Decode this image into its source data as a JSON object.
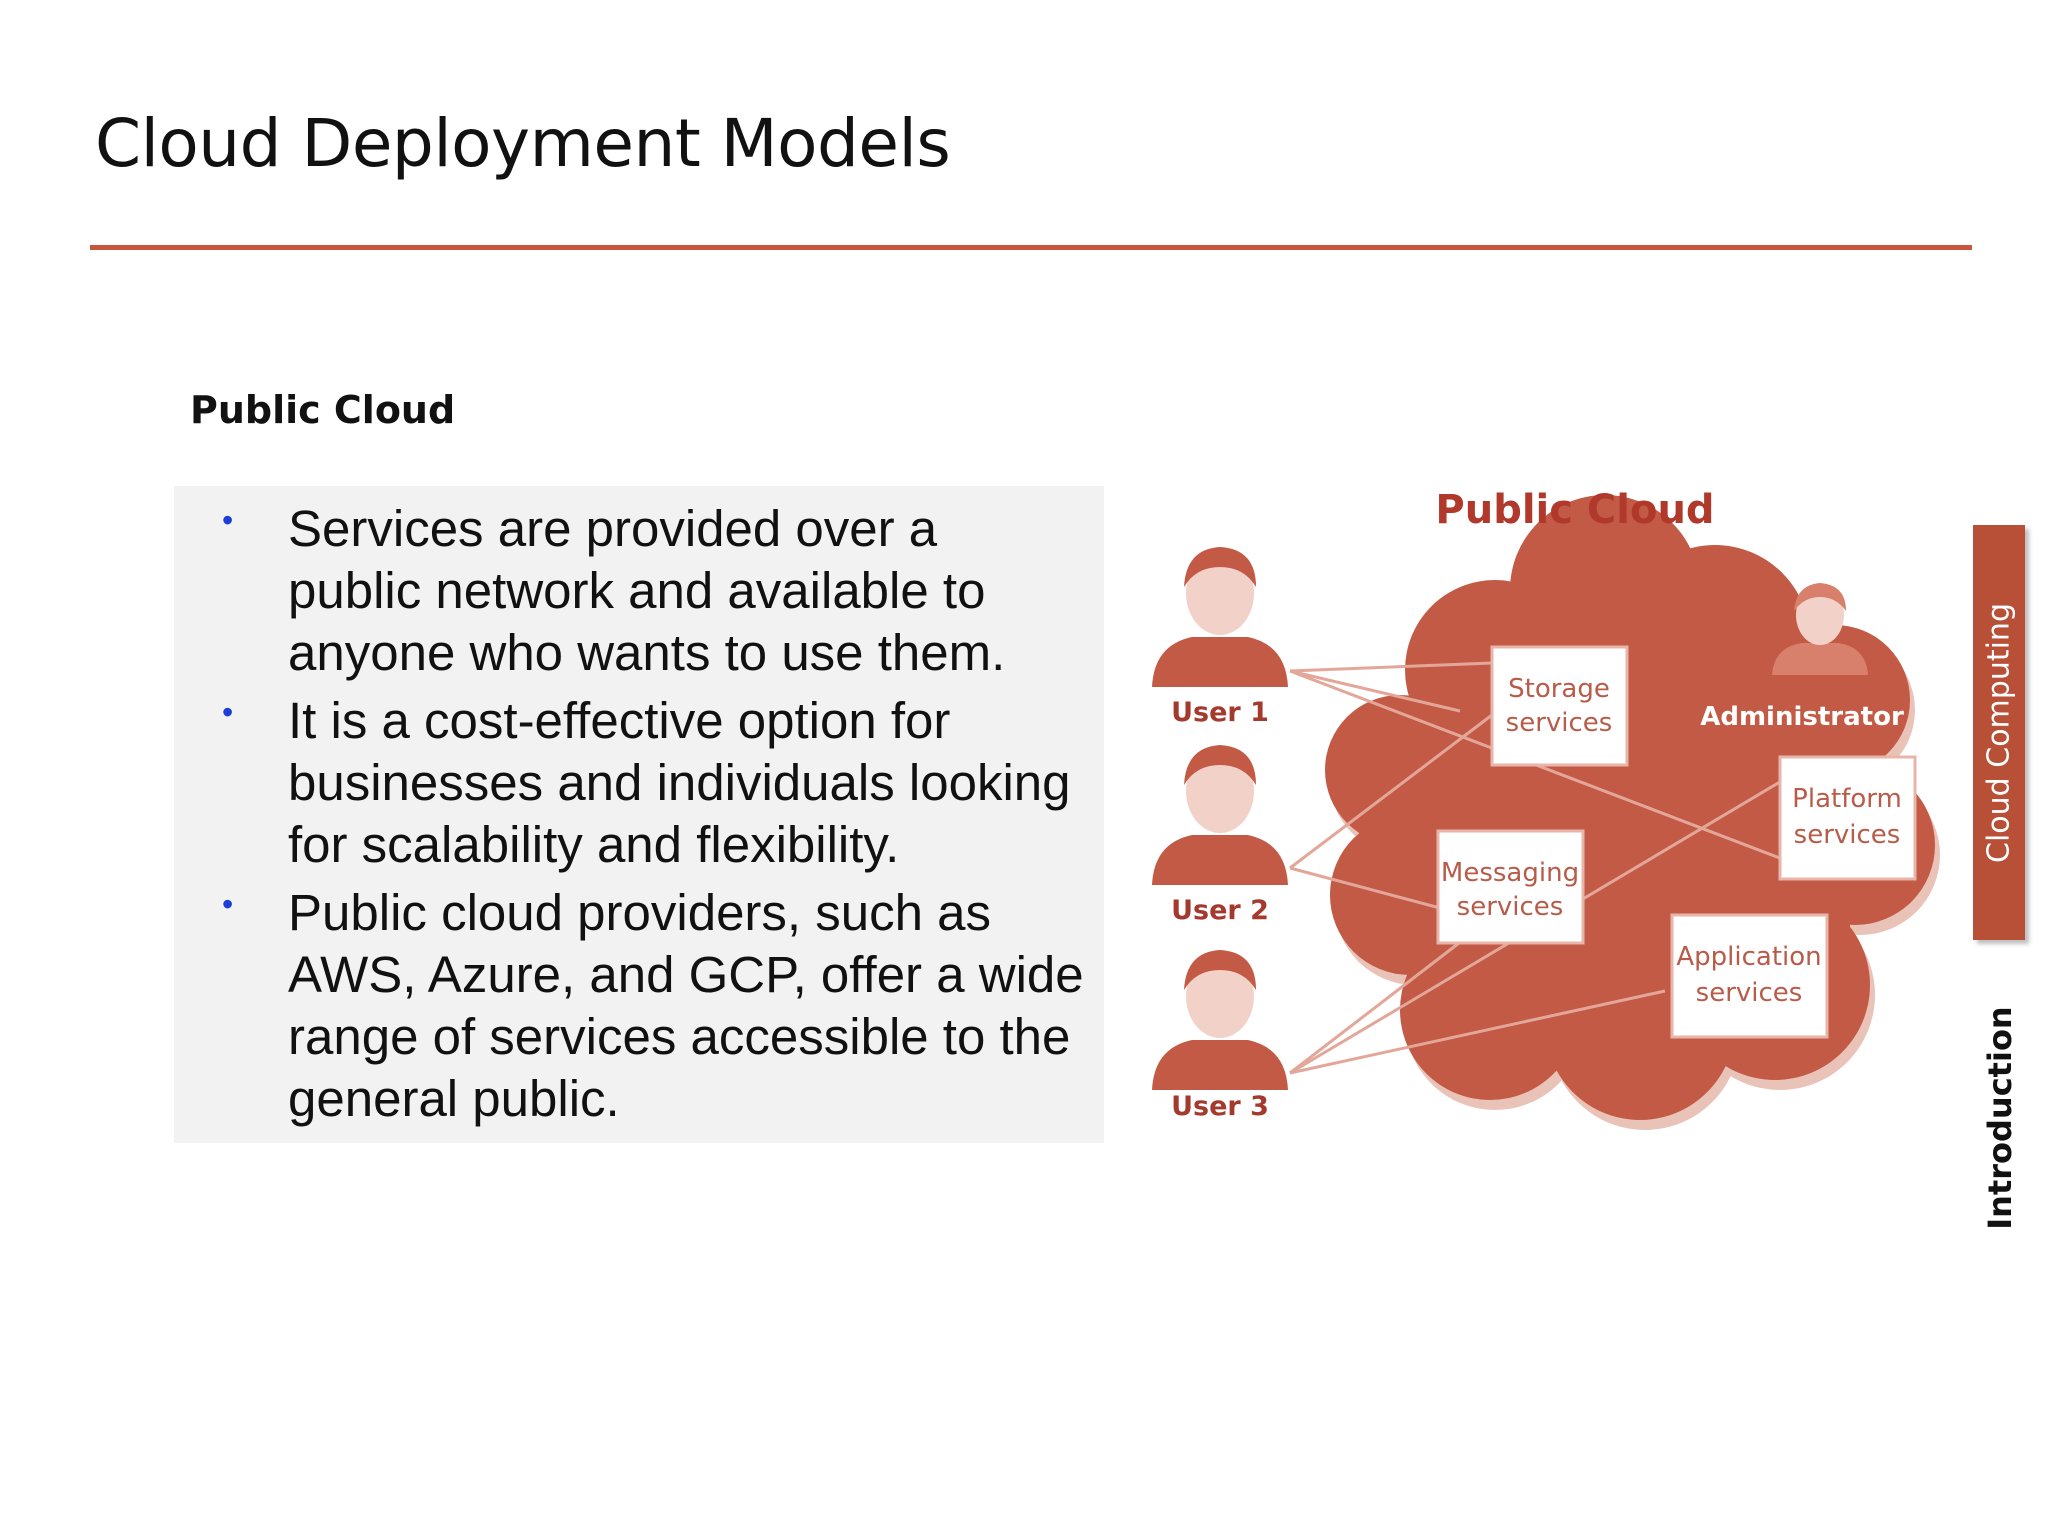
{
  "slide": {
    "title": "Cloud Deployment Models",
    "section_heading": "Public Cloud",
    "bullets": [
      "Services are provided over a public network and available to anyone who wants to use them.",
      "It is a cost-effective option for businesses and individuals looking for scalability and flexibility.",
      "Public cloud providers, such as AWS, Azure, and GCP, offer a wide range of services accessible to the general public."
    ],
    "bullet_symbol": "•"
  },
  "diagram": {
    "title": "Public Cloud",
    "users": [
      "User 1",
      "User 2",
      "User 3"
    ],
    "administrator": "Administrator",
    "services": {
      "storage": [
        "Storage",
        "services"
      ],
      "platform": [
        "Platform",
        "services"
      ],
      "messaging": [
        "Messaging",
        "services"
      ],
      "application": [
        "Application",
        "services"
      ]
    }
  },
  "side": {
    "tab_label": "Cloud Computing",
    "section_label": "Introduction"
  },
  "colors": {
    "accent": "#c8553d",
    "cloud": "#b84f37",
    "bullet": "#1d3fd6"
  }
}
